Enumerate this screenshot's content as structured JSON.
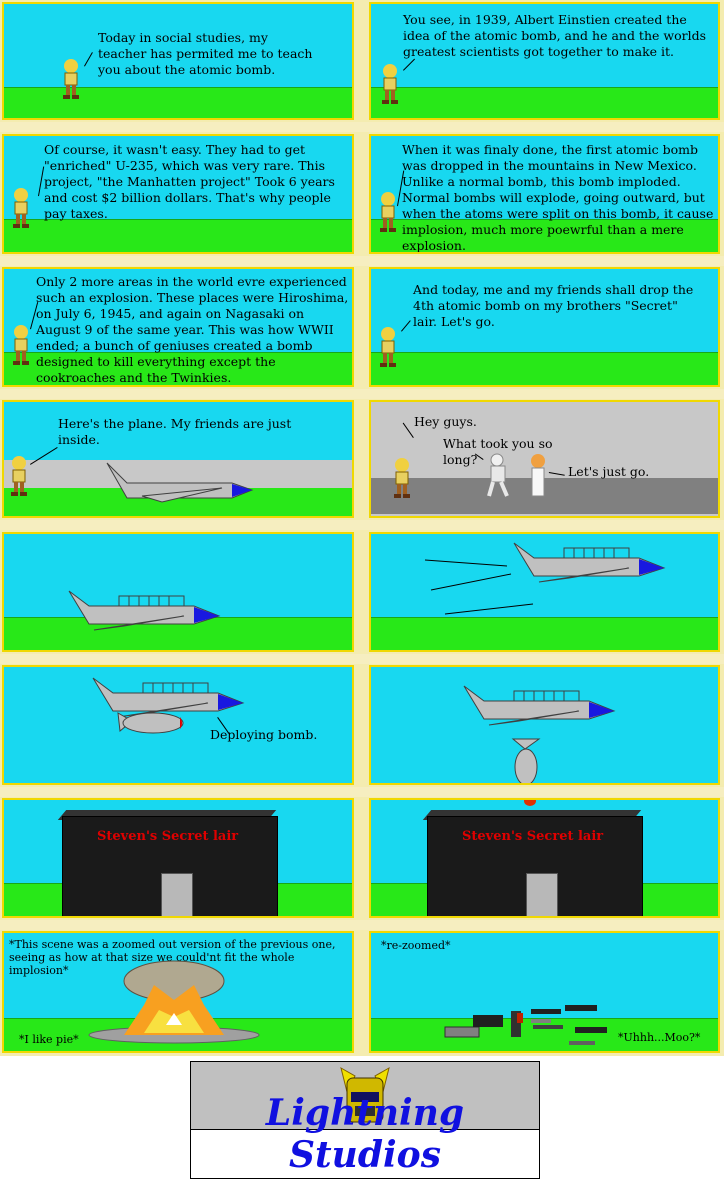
{
  "panels": {
    "p1": "Today in social studies, my teacher has permited me to teach you about the atomic bomb.",
    "p2": "You see, in 1939, Albert Einstien created the idea of the atomic bomb, and he and the worlds greatest scientists got together to make it.",
    "p3": "Of course, it wasn't easy. They had to get \"enriched\" U-235, which was very rare. This project, \"the Manhatten project\" Took 6 years and cost $2 billion dollars. That's why people pay taxes.",
    "p4": "When it was finaly done, the first atomic bomb was dropped in the mountains in New Mexico. Unlike a normal bomb, this bomb imploded. Normal bombs will explode, going outward, but when the atoms were split on this bomb, it cause implosion, much more poewrful than a mere explosion.",
    "p5": "Only 2 more areas in the world evre experienced such an explosion. These places were Hiroshima, on July 6, 1945, and again on Nagasaki on August 9 of the same year. This was how WWII ended; a bunch of geniuses created a bomb designed to kill everything except the cookroaches and the Twinkies.",
    "p6": "And today, me and my friends shall drop the 4th atomic bomb on my brothers \"Secret\" lair. Let's go.",
    "p7": "Here's the plane. My friends are just inside.",
    "p8a": "Hey guys.",
    "p8b": "What took you so long?",
    "p8c": "Let's just go.",
    "p11": "Deploying bomb.",
    "p13": "Steven's Secret lair",
    "p14": "Steven's Secret lair",
    "p15a": "*This scene was a zoomed out version of the previous one, seeing as how at that size we could'nt fit the whole implosion*",
    "p15b": "*I like pie*",
    "p16a": "*re-zoomed*",
    "p16b": "*Uhhh...Moo?*"
  },
  "logo": {
    "title": "Lightning Studios",
    "icon": "lightning-helmet-icon"
  },
  "colors": {
    "sky": "#18d8f0",
    "grass": "#28e818",
    "border": "#f0d800",
    "logo_text": "#1010e0",
    "lair_text": "#e00000"
  }
}
